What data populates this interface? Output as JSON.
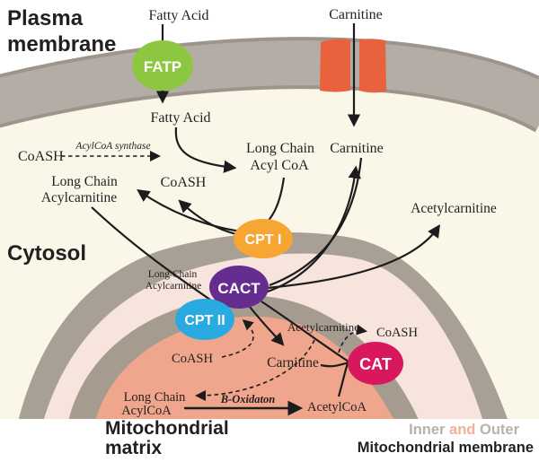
{
  "colors": {
    "page_bg": "#ffffff",
    "cytosol_bg": "#faf6e8",
    "plasma_membrane": "#b4ada5",
    "plasma_membrane_edge": "#9d958b",
    "channel": "#e8623d",
    "outer_membrane": "#a8a094",
    "intermembrane_space": "#f6e4dd",
    "inner_membrane": "#a59c8f",
    "matrix": "#efa68c",
    "fatp": "#8dc63f",
    "cpt1": "#f7a634",
    "cact": "#662d91",
    "cpt2": "#29abe2",
    "cat": "#d8175d",
    "region_label_gray": "#c9c4bc",
    "region_label_gray2": "#b8b2ab",
    "region_label_pink": "#f5ae99",
    "arrow": "#1c1c1c"
  },
  "region_labels": {
    "plasma_membrane_line1": "Plasma",
    "plasma_membrane_line2": "membrane",
    "cytosol": "Cytosol",
    "matrix_line1": "Mitochondrial",
    "matrix_line2": "matrix",
    "caption_inner": "Inner",
    "caption_and": " and ",
    "caption_outer": "Outer",
    "caption_line2": "Mitochondrial membrane"
  },
  "enzymes": {
    "fatp": "FATP",
    "cpt1": "CPT I",
    "cact": "CACT",
    "cpt2": "CPT II",
    "cat": "CAT",
    "acylcoa_synthase": "AcylCoA synthase",
    "beta_oxidation": "B-Oxidaton"
  },
  "molecules": {
    "fatty_acid_top": "Fatty Acid",
    "carnitine_top": "Carnitine",
    "fatty_acid_cytosol": "Fatty Acid",
    "coash_synthase": "CoASH",
    "lc_acyl_coa_line1": "Long Chain",
    "lc_acyl_coa_line2": "Acyl CoA",
    "carnitine_cytosol": "Carnitine",
    "lc_acylcarnitine_line1": "Long Chain",
    "lc_acylcarnitine_line2": "Acylcarnitine",
    "coash_cytosol": "CoASH",
    "acetylcarnitine_cytosol": "Acetylcarnitine",
    "lc_acylcarnitine_ims_line1": "Long Chain",
    "lc_acylcarnitine_ims_line2": "Acylcarnitine",
    "acetylcarnitine_matrix": "Acetylcarnitine",
    "coash_cpt2": "CoASH",
    "carnitine_matrix": "Carnitine",
    "coash_cat": "CoASH",
    "lc_acylcoa_matrix_line1": "Long Chain",
    "lc_acylcoa_matrix_line2": "AcylCoA",
    "acetyl_coa": "AcetylCoA"
  }
}
